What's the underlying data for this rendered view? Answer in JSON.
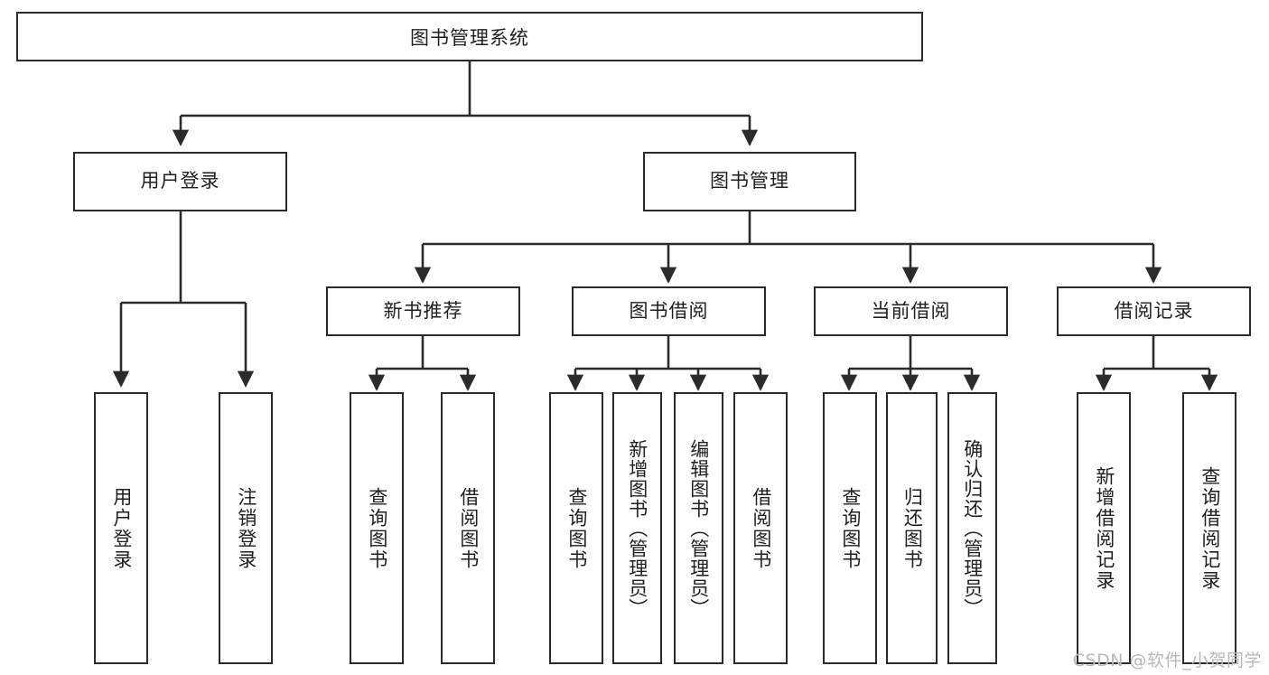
{
  "diagram": {
    "type": "tree-hierarchy",
    "title": "图书管理系统",
    "orientation": "top-down",
    "edge_color": "#2b2b2b",
    "box_border_color": "#2b2b2b",
    "box_fill_color": "#ffffff",
    "text_color": "#1f1f1f"
  },
  "nodes": {
    "root": {
      "label": "图书管理系统"
    },
    "level2": [
      {
        "label": "用户登录"
      },
      {
        "label": "图书管理"
      }
    ],
    "level3": [
      {
        "label": "新书推荐"
      },
      {
        "label": "图书借阅"
      },
      {
        "label": "当前借阅"
      },
      {
        "label": "借阅记录"
      }
    ],
    "leaves": {
      "user_login": [
        {
          "label": "用户登录"
        },
        {
          "label": "注销登录"
        }
      ],
      "new_book_recommend": [
        {
          "label": "查询图书"
        },
        {
          "label": "借阅图书"
        }
      ],
      "book_borrow": [
        {
          "label": "查询图书"
        },
        {
          "label": "新增图书（管理员）"
        },
        {
          "label": "编辑图书（管理员）"
        },
        {
          "label": "借阅图书"
        }
      ],
      "current_borrow": [
        {
          "label": "查询图书"
        },
        {
          "label": "归还图书"
        },
        {
          "label": "确认归还（管理员）"
        }
      ],
      "borrow_record": [
        {
          "label": "新增借阅记录"
        },
        {
          "label": "查询借阅记录"
        }
      ]
    }
  },
  "watermark": {
    "text": "CSDN @软件_小贺同学"
  }
}
